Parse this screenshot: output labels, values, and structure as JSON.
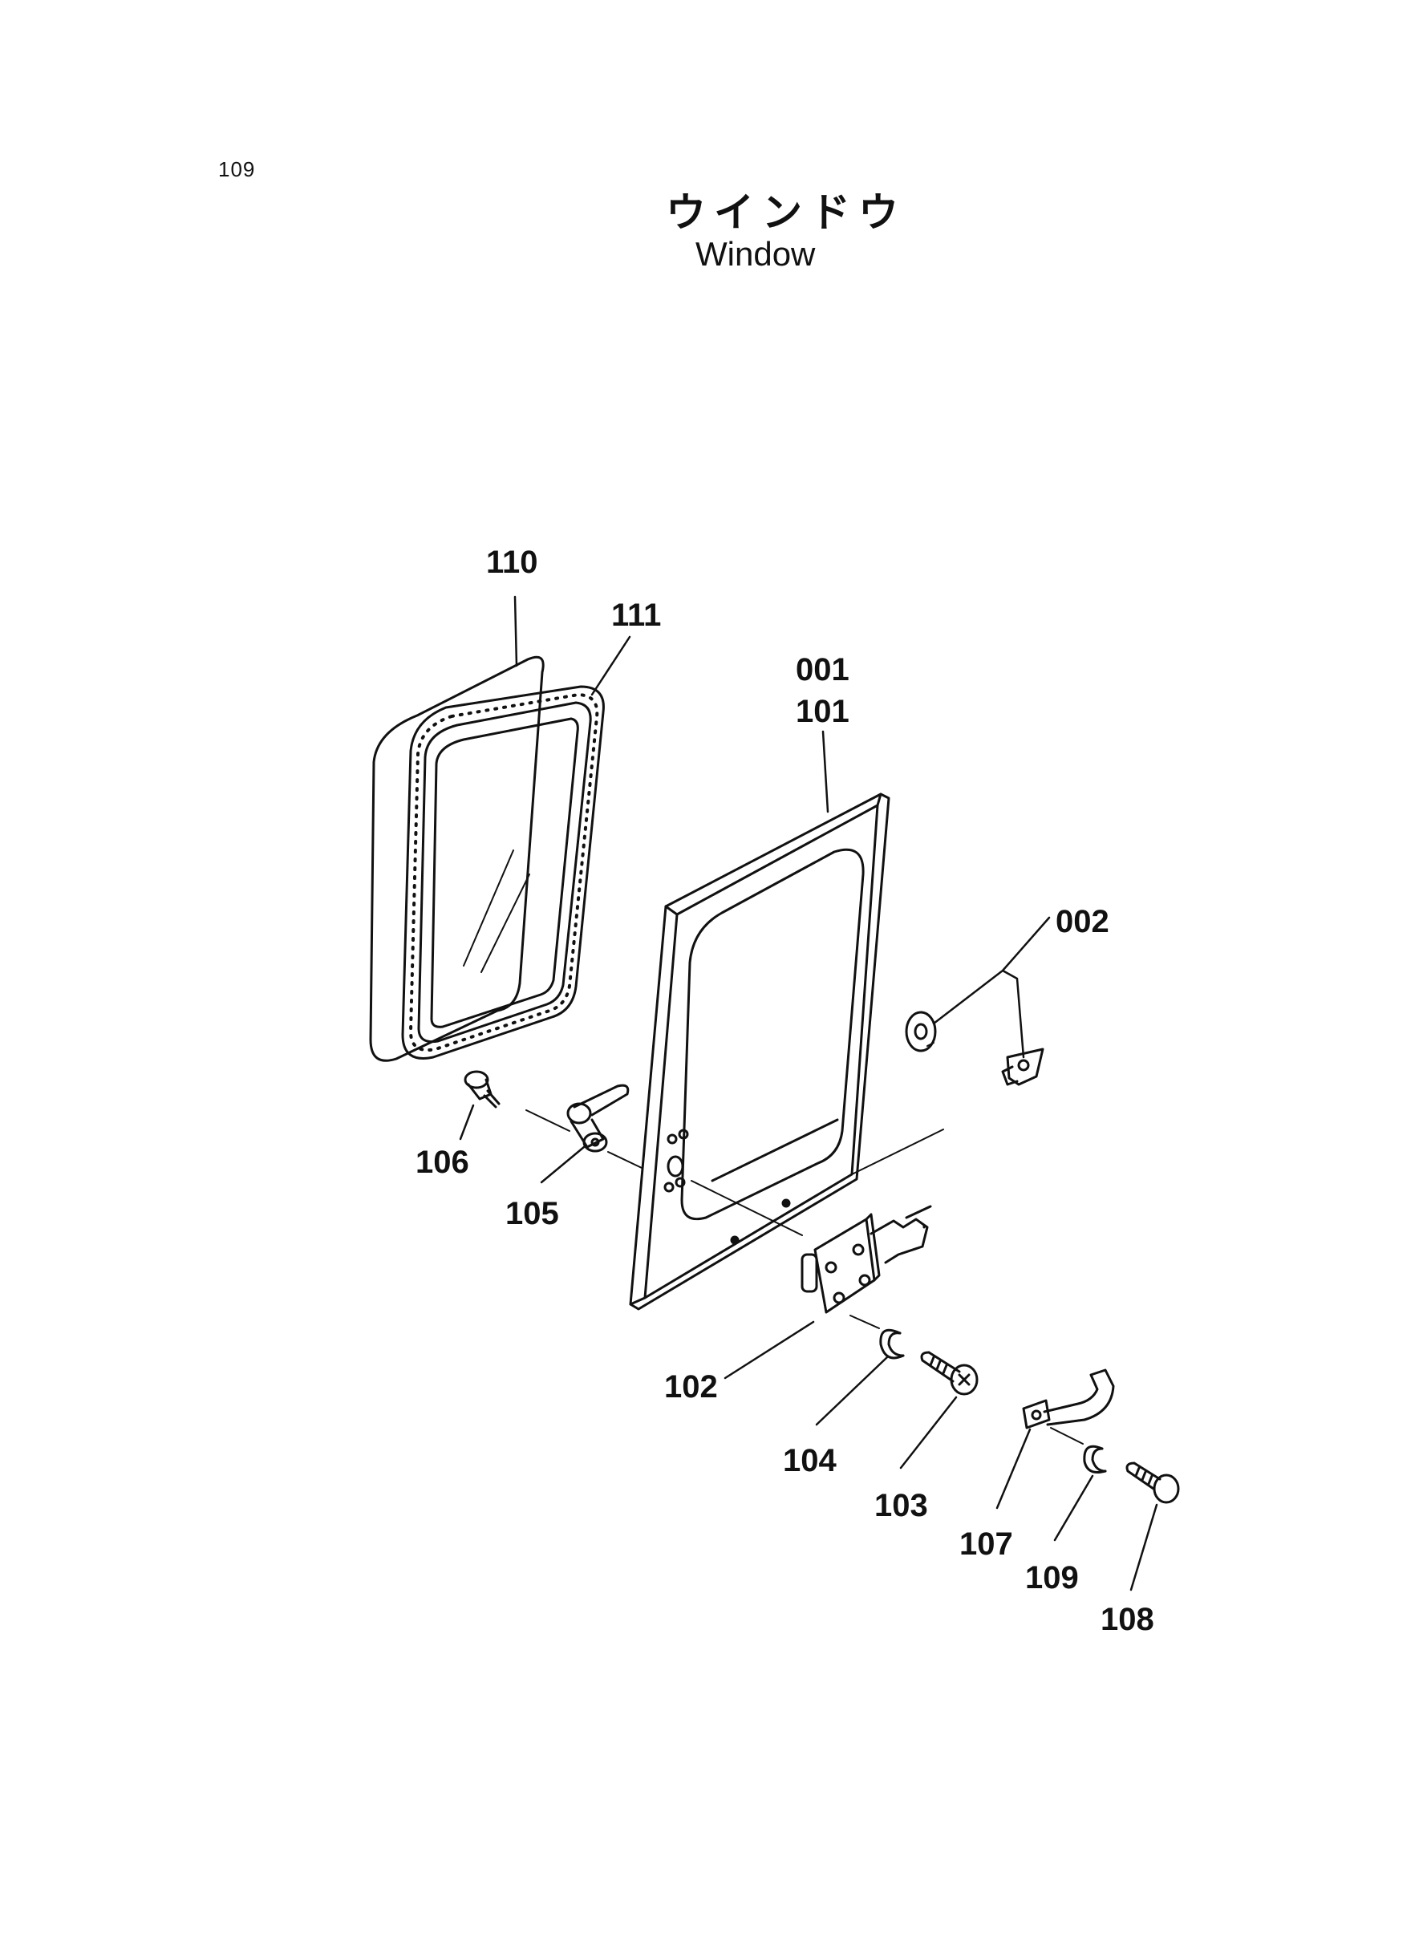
{
  "page_number": "109",
  "title_jp": "ウインドウ",
  "title_en": "Window",
  "labels": {
    "p110": "110",
    "p111": "111",
    "p001": "001",
    "p101": "101",
    "p002": "002",
    "p106": "106",
    "p105": "105",
    "p102": "102",
    "p104": "104",
    "p103": "103",
    "p107": "107",
    "p109": "109",
    "p108": "108"
  }
}
